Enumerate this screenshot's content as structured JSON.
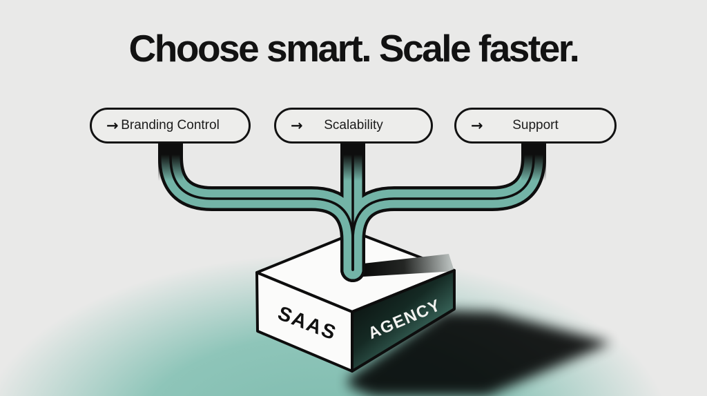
{
  "headline": "Choose smart. Scale faster.",
  "pills": [
    {
      "id": "branding-control",
      "arrow": "→",
      "label": "Branding Control"
    },
    {
      "id": "scalability",
      "arrow": "→",
      "label": "Scalability"
    },
    {
      "id": "support",
      "arrow": "→",
      "label": "Support"
    }
  ],
  "box": {
    "front_label": "SAAS",
    "side_label": "AGENCY"
  },
  "colors": {
    "bg_base": "#e9e9e8",
    "bg_teal": "#7ebbae",
    "pipe_teal": "#73b4a7",
    "ink": "#121212",
    "pill_fill": "#ededeb",
    "box_white": "#fbfbfa"
  }
}
